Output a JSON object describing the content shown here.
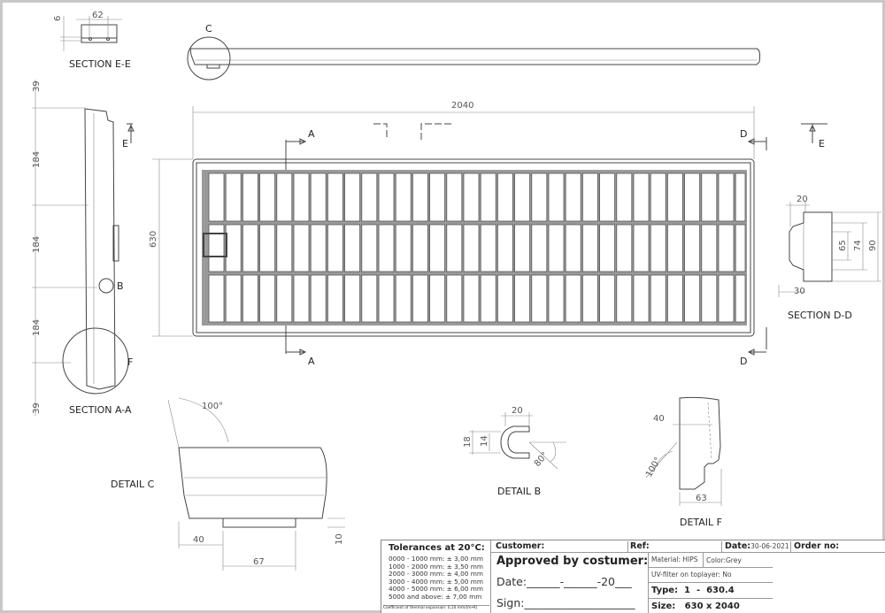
{
  "views": {
    "section_ee": {
      "label": "SECTION E-E",
      "dims": [
        "62",
        "6"
      ]
    },
    "detail_c_marker": "C",
    "plan": {
      "overall_length": "2040",
      "overall_width": "630",
      "cut_a": "A",
      "cut_d": "D",
      "cut_e": "E"
    },
    "section_aa": {
      "label": "SECTION A-A",
      "dims": [
        "39",
        "184",
        "184",
        "184",
        "39"
      ],
      "marker_b": "B",
      "marker_f": "F"
    },
    "section_dd": {
      "label": "SECTION D-D",
      "dims": [
        "20",
        "65",
        "74",
        "90",
        "30"
      ]
    },
    "detail_c": {
      "label": "DETAIL C",
      "dims": [
        "100°",
        "40",
        "67",
        "10"
      ]
    },
    "detail_b": {
      "label": "DETAIL B",
      "dims": [
        "20",
        "18",
        "14",
        "80°"
      ]
    },
    "detail_f": {
      "label": "DETAIL F",
      "dims": [
        "40",
        "100°",
        "63"
      ]
    }
  },
  "title_block": {
    "tolerances_title": "Tolerances at 20°C:",
    "tolerances": [
      "0000 - 1000 mm: ± 3,00 mm",
      "1000 - 2000 mm: ± 3,50 mm",
      "2000 - 3000 mm: ± 4,00 mm",
      "3000 - 4000 mm: ± 5,00 mm",
      "4000 - 5000 mm: ± 6,00 mm",
      "5000 and above: ± 7,00 mm"
    ],
    "thermal": "Coefficient of thermal expansion: 0,10 mm/(m•K)",
    "customer": "Customer:",
    "ref": "Ref:",
    "date_label": "Date:",
    "date_value": "30-06-2021",
    "order_no": "Order no:",
    "approved": "Approved by costumer:",
    "approve_date": "Date:______-______-20___",
    "sign": "Sign:____________________",
    "material": "Material: HIPS",
    "color": "Color:Grey",
    "uv": "UV-filter on toplayer: No",
    "type": "Type:  1  -  630.4",
    "size": "Size:   630 x 2040"
  }
}
